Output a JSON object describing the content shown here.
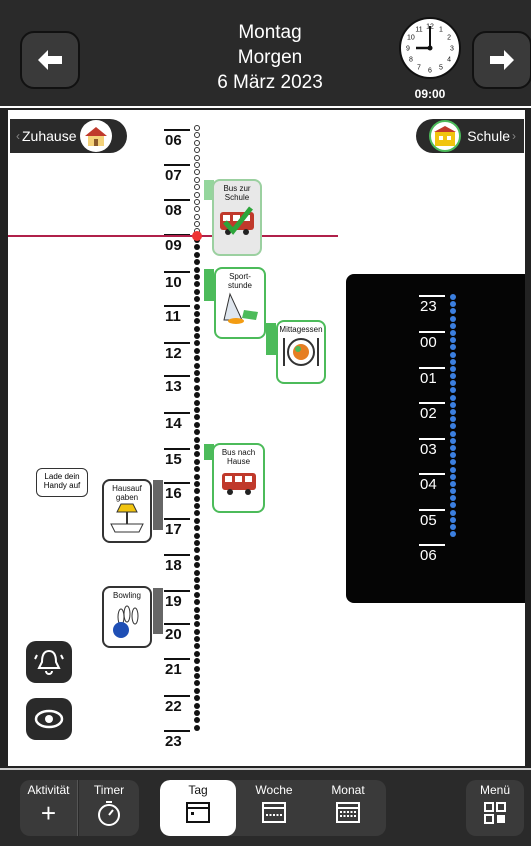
{
  "header": {
    "weekday": "Montag",
    "daypart": "Morgen",
    "date": "6 März 2023",
    "time": "09:00",
    "clock_numbers": [
      "12",
      "1",
      "2",
      "3",
      "4",
      "5",
      "6",
      "7",
      "8",
      "9",
      "10",
      "11"
    ]
  },
  "places": {
    "left": "Zuhause",
    "right": "Schule"
  },
  "hours": [
    "06",
    "07",
    "08",
    "09",
    "10",
    "11",
    "12",
    "13",
    "14",
    "15",
    "16",
    "17",
    "18",
    "19",
    "20",
    "21",
    "22",
    "23"
  ],
  "events": {
    "bus_school": "Bus zur Schule",
    "sport": "Sport-\nstunde",
    "lunch": "Mittagessen",
    "bus_home": "Bus nach Hause",
    "homework": "Hausauf gaben",
    "bowling": "Bowling"
  },
  "note": "Lade dein Handy auf",
  "night_hours": [
    "23",
    "00",
    "01",
    "02",
    "03",
    "04",
    "05",
    "06"
  ],
  "footer": {
    "activity": "Aktivität",
    "timer": "Timer",
    "day": "Tag",
    "week": "Woche",
    "month": "Monat",
    "menu": "Menü"
  },
  "colors": {
    "accent_green": "#4cbb5a",
    "now_line": "#b0204a",
    "night_dots": "#3b7fe0",
    "chrome": "#2a2a2a"
  }
}
